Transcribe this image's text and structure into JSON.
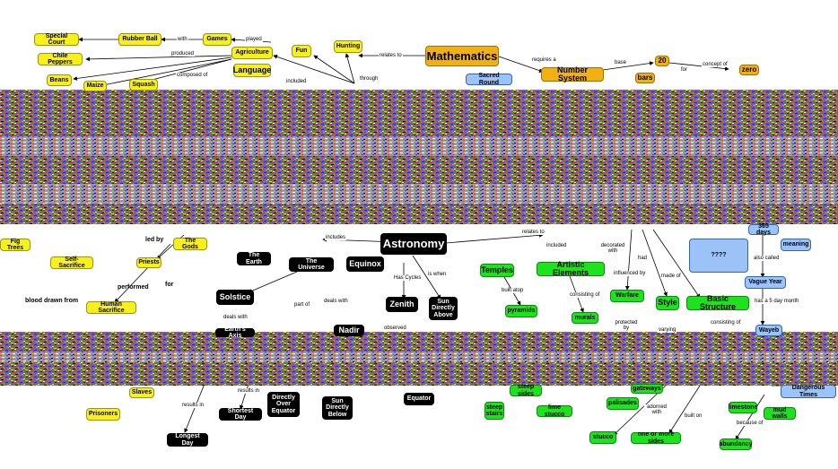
{
  "map_title": "Astronomy",
  "nodes": {
    "special_court": "Special Court",
    "rubber_ball": "Rubber Ball",
    "games": "Games",
    "fun": "Fun",
    "hunting": "Hunting",
    "chile_peppers": "Chile Peppers",
    "agriculture": "Agriculture",
    "beans": "Beans",
    "maize": "Maize",
    "squash": "Squash",
    "language": "Language",
    "mathematics": "Mathematics",
    "sacred_round": "Sacred Round",
    "number_system": "Number System",
    "twenty": "20",
    "zero": "zero",
    "bars": "bars",
    "fig_trees": "Fig Trees",
    "self_sacrifice": "Self-Sacrifice",
    "priests": "Priests",
    "the_gods": "The Gods",
    "human_sacrifice": "Human Sacrifice",
    "the_earth": "The Earth",
    "the_universe": "The Universe",
    "equinox": "Equinox",
    "solstice": "Solstice",
    "astronomy": "Astronomy",
    "zenith": "Zenith",
    "sun_directly_above": "Sun Directly Above",
    "nadir": "Nadir",
    "earths_axis": "Earth's Axis",
    "temples": "Temples",
    "pyramids": "pyramids",
    "artistic_elements": "Artistic Elements",
    "murals": "murals",
    "warfare": "Warfare",
    "style": "Style",
    "basic_structure": "Basic Structure",
    "unknown": "????",
    "days_365": "365 days",
    "meaning": "meaning",
    "vague_year": "Vague Year",
    "wayeb": "Wayeb",
    "slaves": "Slaves",
    "prisoners": "Prisoners",
    "longest_day": "Longest Day",
    "shortest_day": "Shortest Day",
    "directly_over_equator": "Directly Over Equator",
    "sun_directly_below": "Sun Directly Below",
    "equator": "Equator",
    "steep_sides": "steep sides",
    "steep_stairs": "steep stairs",
    "lime_stucco": "lime stucco",
    "gateways": "gateways",
    "palisades": "palisades",
    "stucco": "stucco",
    "one_or_more_sides": "one or more sides",
    "limestone": "limestone",
    "mud_walls": "mud walls",
    "abundancy": "abundancy",
    "dangerous_times": "Dangerous Times"
  },
  "links": {
    "played": "played",
    "with": "with",
    "produced": "produced",
    "composed_of": "composed of",
    "included": "included",
    "through": "through",
    "relates_to": "relates to",
    "requires_a": "requires a",
    "base": "base",
    "concept_of": "concept of",
    "for": "for",
    "includes": "includes",
    "relates_to_2": "relates to",
    "included_2": "included",
    "decorated_with": "decorated with",
    "had": "had",
    "led_by": "led by",
    "performed": "performed",
    "for_2": "for",
    "blood_drawn_from": "blood drawn from",
    "part_of": "part of",
    "deals_with": "deals with",
    "deals_with_2": "deals with",
    "has_cycles": "Has Cycles",
    "is_when": "is when",
    "observed": "observed",
    "built_atop": "built atop",
    "consisting_of": "consisting of",
    "influenced_by": "influenced by",
    "protected_by": "protected by",
    "made_of": "made of",
    "varying": "varying",
    "consisting_of_2": "consisting of",
    "also_called": "also called",
    "has_a_5_day_month": "has a 5 day month",
    "results_in": "results in",
    "results_in_2": "results in",
    "adorned_with": "adorned with",
    "built_on": "built on",
    "because_of": "because of"
  },
  "colors": {
    "culture_node": "#f7f01c",
    "math_node": "#f2b112",
    "architecture_node": "#1ee21e",
    "calendar_node": "#9cc3f7",
    "astronomy_node": "#000000"
  }
}
